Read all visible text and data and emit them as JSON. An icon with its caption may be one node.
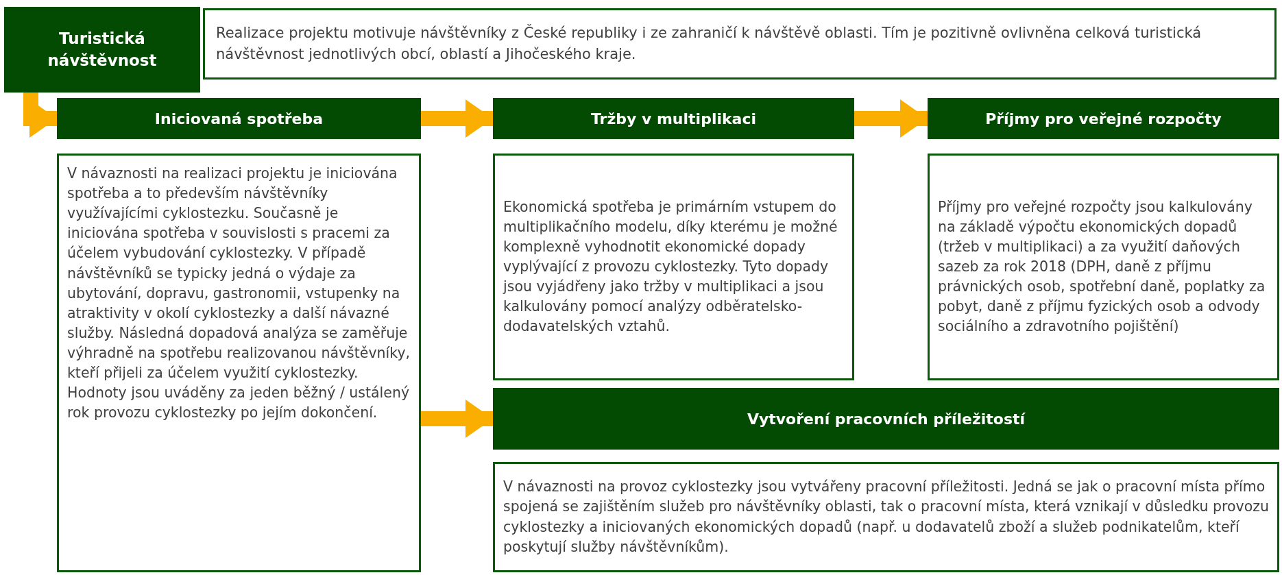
{
  "diagram": {
    "nodes": [
      {
        "text": [
          "Turistická návštěvnost"
        ]
      },
      {
        "text": [
          "Realizace projektu motivuje návštěvníky z České republiky i ze zahraničí k návštěvě oblasti. Tím je pozitivně ovlivněna celková turistická návštěvnost jednotlivých obcí, oblastí a Jihočeského kraje."
        ]
      },
      {
        "text": [
          "Iniciovaná spotřeba"
        ]
      },
      {
        "text": [
          "V návaznosti na realizaci projektu je iniciována spotřeba a to především návštěvníky využívajícími cyklostezku. Současně je iniciována spotřeba v souvislosti s pracemi za účelem vybudování cyklostezky. V případě návštěvníků se typicky jedná o výdaje za ubytování, dopravu, gastronomii, vstupenky na atraktivity v okolí cyklostezky a další návazné služby. Následná dopadová analýza se zaměřuje výhradně na spotřebu realizovanou návštěvníky, kteří přijeli za účelem využití cyklostezky. Hodnoty jsou uváděny za jeden běžný / ustálený rok provozu cyklostezky po jejím dokončení."
        ]
      },
      {
        "text": [
          "Tržby v multiplikaci"
        ]
      },
      {
        "text": [
          "Ekonomická spotřeba je primárním vstupem do multiplikačního modelu, díky kterému je možné komplexně vyhodnotit ekonomické dopady vyplývající z provozu cyklostezky. Tyto dopady jsou vyjádřeny jako tržby v multiplikaci a jsou kalkulovány pomocí analýzy odběratelsko-dodavatelských vztahů."
        ]
      },
      {
        "text": [
          "Příjmy pro veřejné rozpočty"
        ]
      },
      {
        "text": [
          "Příjmy pro veřejné rozpočty jsou kalkulovány na základě výpočtu ekonomických dopadů (tržeb v multiplikaci) a za využití daňových sazeb za rok 2018 (DPH, daně z příjmu právnických osob, spotřební daně, poplatky za pobyt, daně z příjmu fyzických osob a odvody sociálního a zdravotního pojištění)"
        ]
      },
      {
        "text": [
          "Vytvoření pracovních příležitostí"
        ]
      },
      {
        "text": [
          "V návaznosti na provoz cyklostezky jsou vytvářeny pracovní příležitosti. Jedná se jak o pracovní místa přímo spojená se zajištěním služeb pro návštěvníky oblasti, tak o pracovní místa, která vznikají v důsledku provozu cyklostezky a iniciovaných ekonomických dopadů (např. u dodavatelů zboží a služeb podnikatelům, kteří poskytují služby návštěvníkům)."
        ]
      }
    ],
    "edges": [
      {
        "from": 0,
        "to": 2,
        "arrow": "to"
      },
      {
        "from": 2,
        "to": 4,
        "arrow": "to"
      },
      {
        "from": 4,
        "to": 6,
        "arrow": "to"
      },
      {
        "from": 3,
        "to": 8,
        "arrow": "to"
      }
    ]
  }
}
